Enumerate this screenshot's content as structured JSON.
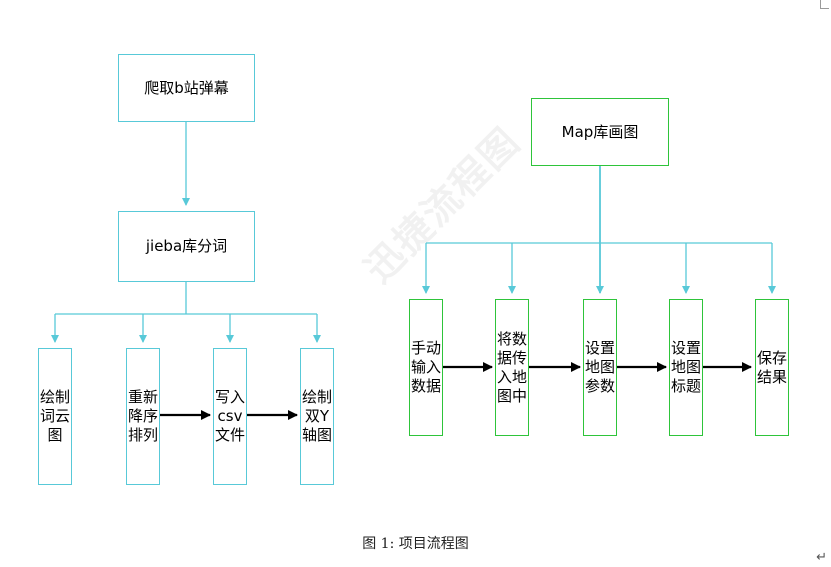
{
  "colors": {
    "cyan_border": "#58c9d8",
    "green_border": "#2ec43a",
    "connector": "#58c9d8",
    "arrow": "#000000"
  },
  "left_flow": {
    "top": "爬取b站弹幕",
    "middle": "jieba库分词",
    "steps": [
      "绘制\n词云\n图",
      "重新\n降序\n排列",
      "写入\ncsv\n文件",
      "绘制\n双Y\n轴图"
    ]
  },
  "right_flow": {
    "top": "Map库画图",
    "steps": [
      "手动\n输入\n数据",
      "将数\n据传\n入地\n图中",
      "设置\n地图\n参数",
      "设置\n地图\n标题",
      "保存\n结果"
    ]
  },
  "caption": "图 1: 项目流程图",
  "watermark": "迅捷流程图",
  "return_symbol": "↵"
}
